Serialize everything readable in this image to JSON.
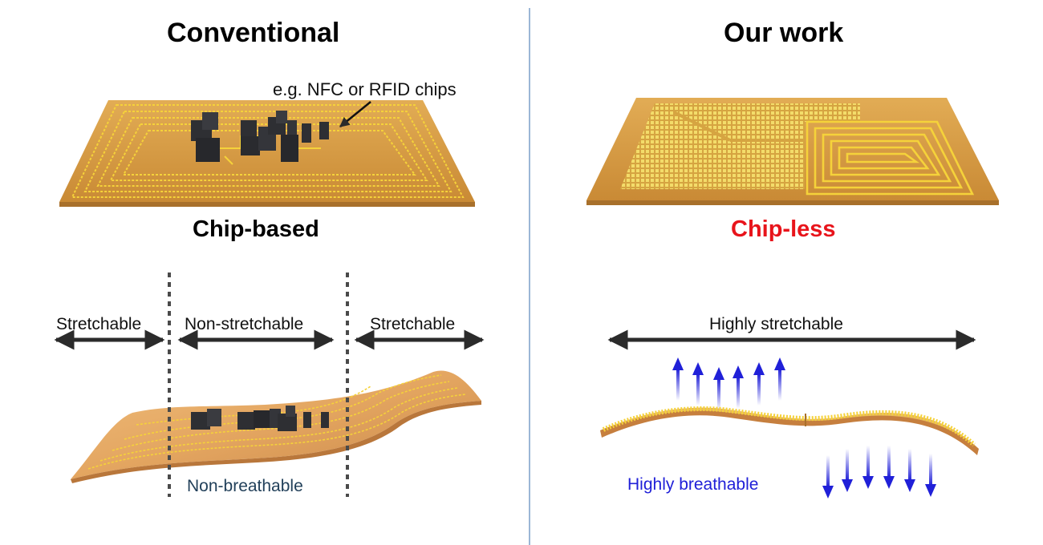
{
  "left_panel": {
    "title": "Conventional",
    "chip_annotation": "e.g. NFC or RFID chips",
    "subtitle": "Chip-based",
    "region_left": "Stretchable",
    "region_middle": "Non-stretchable",
    "region_right": "Stretchable",
    "bottom_label": "Non-breathable"
  },
  "right_panel": {
    "title": "Our work",
    "subtitle": "Chip-less",
    "stretch_label": "Highly stretchable",
    "breath_label": "Highly breathable"
  },
  "colors": {
    "substrate": "#d79e47",
    "trace": "#f5d23a",
    "chip": "#2e2f33",
    "divider": "#9bb6d6",
    "chip_less": "#e8141b",
    "breath_arrow": "#2020d8",
    "non_breathable_text": "#22405a"
  }
}
